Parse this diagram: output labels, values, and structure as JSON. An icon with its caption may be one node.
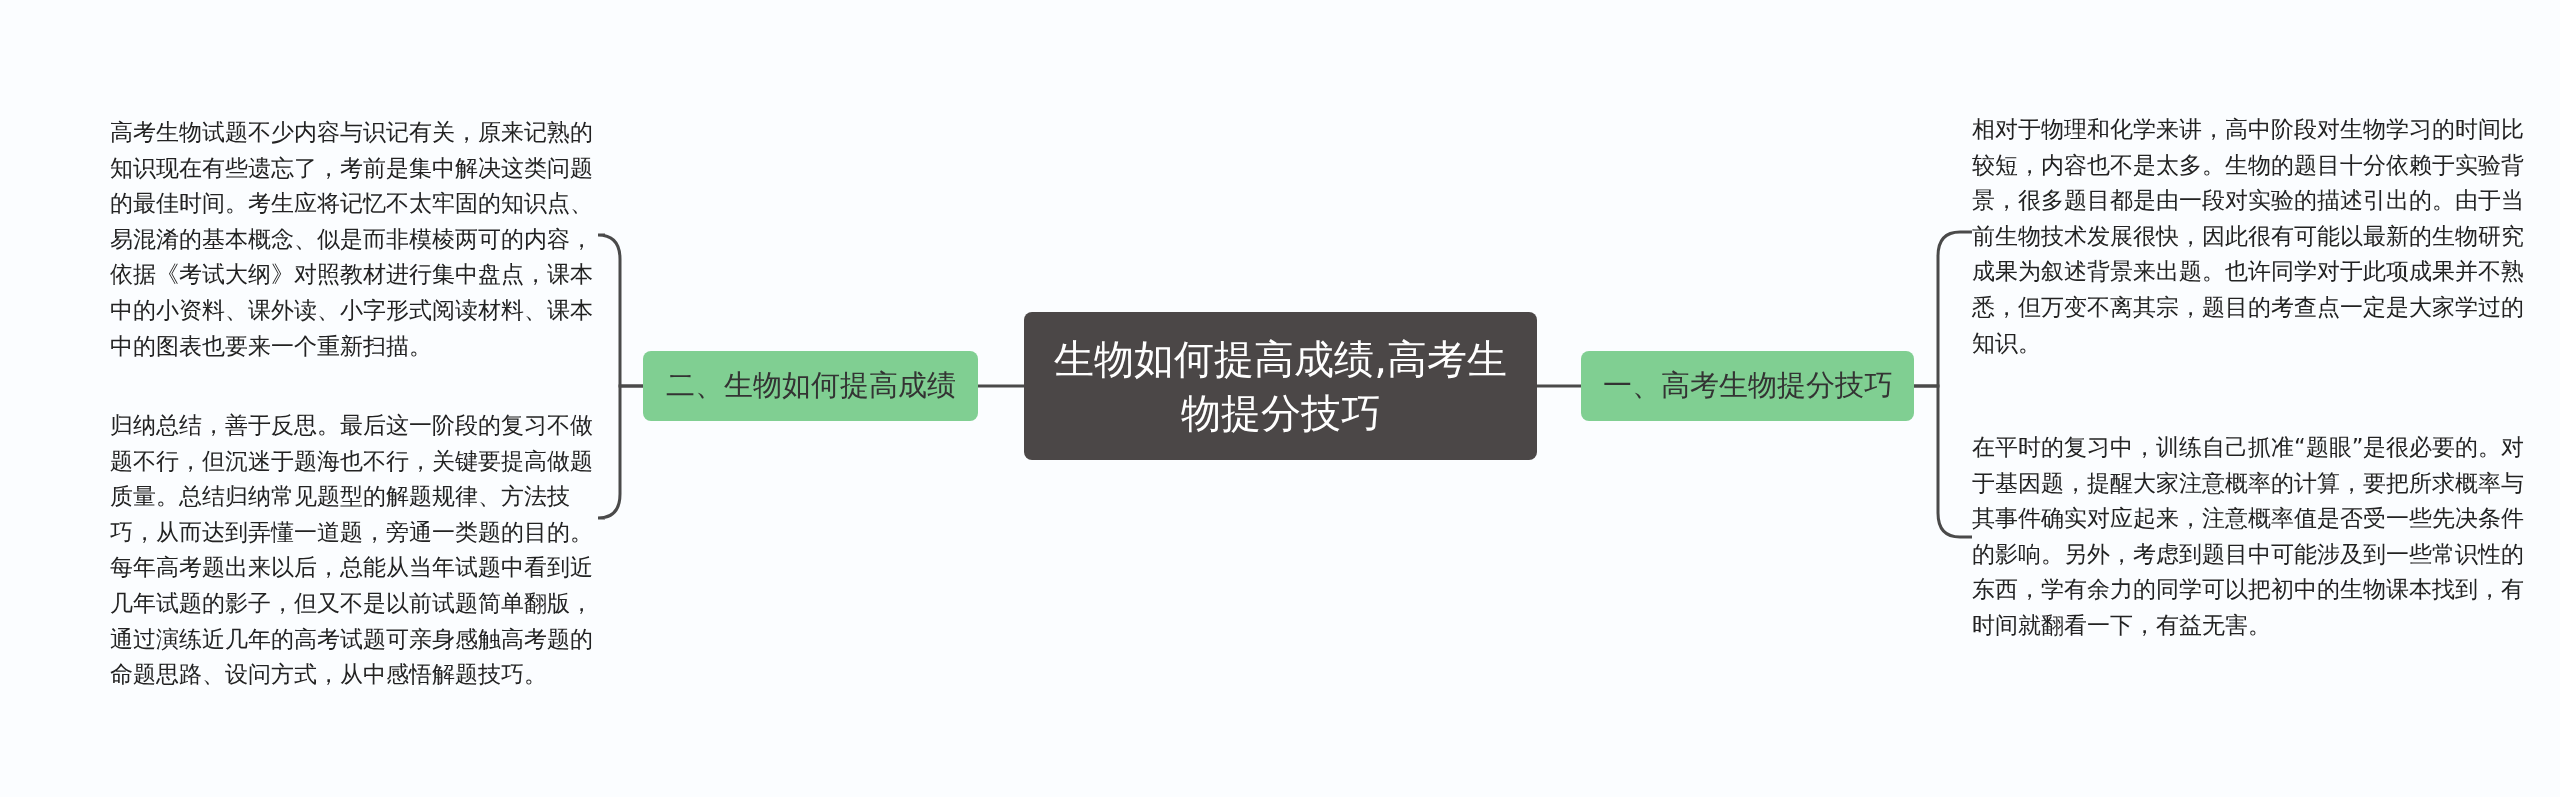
{
  "diagram": {
    "nodes": [
      {
        "text": [
          "生物如何提高成绩,高考生物提分技巧"
        ]
      },
      {
        "text": [
          "一、高考生物提分技巧"
        ]
      },
      {
        "text": [
          "相对于物理和化学来讲，高中阶段对生物学习的时间比较短，内容也不是太多。生物的题目十分依赖于实验背景，很多题目都是由一段对实验的描述引出的。由于当前生物技术发展很快，因此很有可能以最新的生物研究成果为叙述背景来出题。也许同学对于此项成果并不熟悉，但万变不离其宗，题目的考查点一定是大家学过的知识。"
        ]
      },
      {
        "text": [
          "在平时的复习中，训练自己抓准“题眼”是很必要的。对于基因题，提醒大家注意概率的计算，要把所求概率与其事件确实对应起来，注意概率值是否受一些先决条件的影响。另外，考虑到题目中可能涉及到一些常识性的东西，学有余力的同学可以把初中的生物课本找到，有时间就翻看一下，有益无害。"
        ]
      },
      {
        "text": [
          "二、生物如何提高成绩"
        ]
      },
      {
        "text": [
          "高考生物试题不少内容与识记有关，原来记熟的知识现在有些遗忘了，考前是集中解决这类问题的最佳时间。考生应将记忆不太牢固的知识点、易混淆的基本概念、似是而非模棱两可的内容，依据《考试大纲》对照教材进行集中盘点，课本中的小资料、课外读、小字形式阅读材料、课本中的图表也要来一个重新扫描。"
        ]
      },
      {
        "text": [
          "归纳总结，善于反思。最后这一阶段的复习不做题不行，但沉迷于题海也不行，关键要提高做题质量。总结归纳常见题型的解题规律、方法技巧，从而达到弄懂一道题，旁通一类题的目的。每年高考题出来以后，总能从当年试题中看到近几年试题的影子，但又不是以前试题简单翻版，通过演练近几年的高考试题可亲身感触高考题的命题思路、设问方式，从中感悟解题技巧。"
        ]
      }
    ],
    "edges": [
      {
        "from": 0,
        "to": 1,
        "arrow": "none"
      },
      {
        "from": 1,
        "to": 2,
        "arrow": "none"
      },
      {
        "from": 1,
        "to": 3,
        "arrow": "none"
      },
      {
        "from": 0,
        "to": 4,
        "arrow": "none"
      },
      {
        "from": 4,
        "to": 5,
        "arrow": "none"
      },
      {
        "from": 4,
        "to": 6,
        "arrow": "none"
      }
    ]
  }
}
